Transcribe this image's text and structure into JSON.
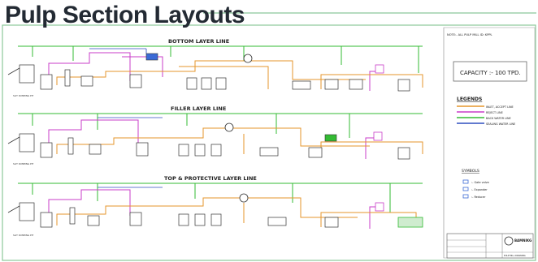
{
  "page": {
    "title": "Pulp Section Layouts"
  },
  "drawing": {
    "sections": [
      {
        "heading": "BOTTOM LAYER LINE"
      },
      {
        "heading": "FILLER LAYER LINE"
      },
      {
        "heading": "TOP & PROTECTIVE LAYER LINE"
      }
    ],
    "start_label": "SLIT DUMPING PIT",
    "note": "NOTE:- ALL PULP MILL ID: KPPL",
    "capacity": "CAPACITY :- 100 TPD.",
    "legends_title": "LEGENDS",
    "legend_items": [
      {
        "label": "INLET, ACCEPT LINE",
        "color": "#e6962b"
      },
      {
        "label": "REJECT LINE",
        "color": "#c83cc8"
      },
      {
        "label": "BACK WATER LINE",
        "color": "#33bb33"
      },
      {
        "label": "SEALING WATER LINE",
        "color": "#2f4fbf"
      }
    ],
    "symbols_title": "SYMBOLS",
    "symbols": [
      {
        "label": ":- Gate valve"
      },
      {
        "label": ":- Expander"
      },
      {
        "label": ":- Reducer"
      }
    ],
    "title_block": {
      "company": "BAMNIKG",
      "drawing_title": "PULP MILL DRAWING"
    }
  }
}
